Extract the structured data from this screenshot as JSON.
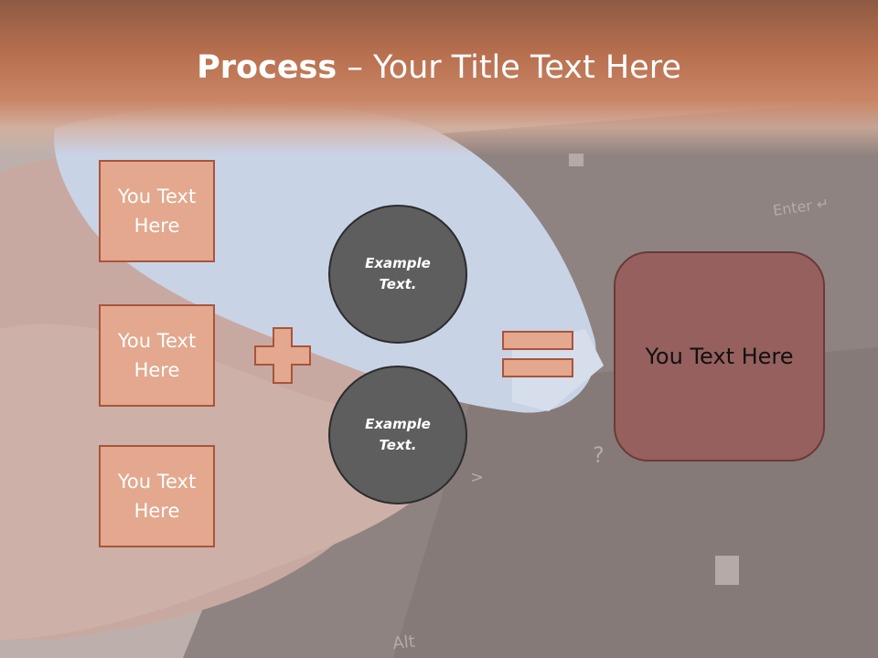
{
  "title": {
    "bold": "Process",
    "rest": " – Your Title Text Here"
  },
  "left_boxes": [
    {
      "label": "You Text Here"
    },
    {
      "label": "You Text Here"
    },
    {
      "label": "You Text Here"
    }
  ],
  "circles": [
    {
      "label": "Example Text."
    },
    {
      "label": "Example Text."
    }
  ],
  "result": {
    "label": "You Text Here"
  },
  "colors": {
    "title_band": "#b8704f",
    "box_fill": "#e3a88e",
    "box_border": "#a8553c",
    "circle_fill": "#5e5e5e",
    "result_fill": "#95605d"
  },
  "icons": {
    "plus": "plus-icon",
    "equals": "equals-icon"
  }
}
